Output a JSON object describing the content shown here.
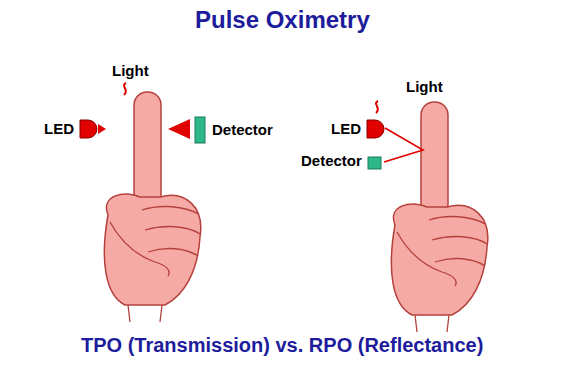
{
  "diagram": {
    "title": "Pulse Oximetry",
    "caption": "TPO (Transmission) vs. RPO (Reflectance)",
    "labels": [
      "Light",
      "LED",
      "Detector",
      "Light",
      "LED",
      "Detector"
    ]
  }
}
